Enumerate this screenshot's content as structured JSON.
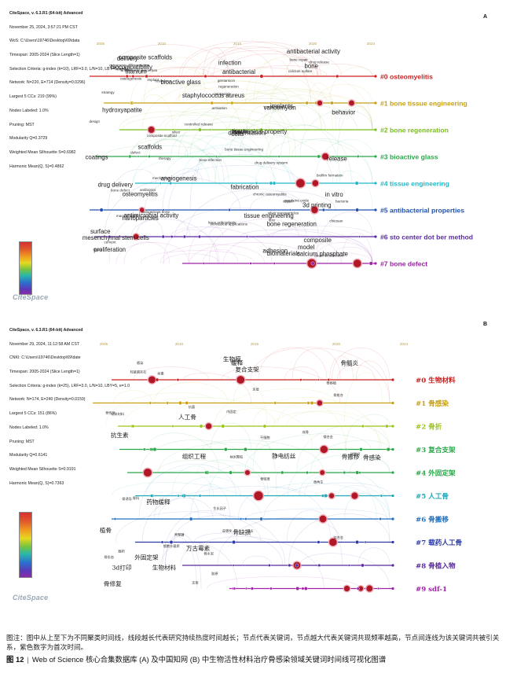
{
  "panel_a": {
    "label": "A",
    "meta_lines": [
      "CiteSpace, v. 6.3.R1 (64-bit) Advanced",
      "November 25, 2024, 3:57:21 PM CST",
      "WoS: C:\\Users\\19746\\Desktop\\69\\data",
      "Timespan: 2005-2024 (Slice Length=1)",
      "Selection Criteria: g-index (k=10), LRF=3.0, L/N=10, LBY=5, e=1.0",
      "Network: N=220, E=714 (Density=0.0296)",
      "Largest 5 CCs: 219 (99%)",
      "Nodes Labeled: 1.0%",
      "Pruning: MST",
      "Modularity Q=0.3729",
      "Weighted Mean Silhouette S=0.6982",
      "Harmonic Mean(Q, S)=0.4862"
    ],
    "years": [
      "2005",
      "2010",
      "2015",
      "2020",
      "2024"
    ],
    "clusters": [
      {
        "label": "#0 osteomyelitis",
        "color": "#cc2020"
      },
      {
        "label": "#1 bone tissue engineering",
        "color": "#c8a010"
      },
      {
        "label": "#2 bone regeneration",
        "color": "#7abf1a"
      },
      {
        "label": "#3 bioactive glass",
        "color": "#2aa84a"
      },
      {
        "label": "#4 tissue engineering",
        "color": "#20b8c8"
      },
      {
        "label": "#5 antibacterial properties",
        "color": "#2050b0"
      },
      {
        "label": "#6 sto center dot ber method",
        "color": "#5a2aa0"
      },
      {
        "label": "#7 bone defect",
        "color": "#a020a8"
      }
    ],
    "keywords_large": [
      "release",
      "infection",
      "staphylococcus aureus",
      "osteomyelitis",
      "drug delivery",
      "fabrication",
      "delivery",
      "hydroxyapatite",
      "in vitro",
      "proliferation",
      "antibacterial activity",
      "bone regeneration",
      "scaffolds",
      "differentiation",
      "bioactive glass",
      "bone",
      "cells",
      "composite",
      "antimicrobial activity",
      "coatings",
      "mechanical property",
      "antibacterial",
      "nanoparticles",
      "calcium phosphate",
      "biocompatibility",
      "angiogenesis",
      "3d printing",
      "composite scaffolds",
      "adhesion",
      "model",
      "behavior",
      "tissue",
      "surface",
      "biomaterials",
      "titanium",
      "tissue engineering",
      "implants",
      "vancomycin",
      "mesenchymal stem cells"
    ],
    "keywords_small": [
      "antibiotics",
      "regeneration",
      "bone infection",
      "controlled release",
      "bone repair",
      "cement",
      "bone tissue engineering",
      "calcium sulfate",
      "osteogenesis",
      "design",
      "graphene oxide",
      "chitosan",
      "drug release",
      "repair",
      "silver nanoparticles",
      "cytotoxicity",
      "composites",
      "copper",
      "bone defect",
      "macrophages",
      "composite scaffold",
      "bacterial adhesion",
      "biomedical applications",
      "activation",
      "implant",
      "defect",
      "size",
      "mechanism",
      "resistance",
      "osteogenic differentiation",
      "therapy",
      "marrow",
      "strategy",
      "gentamicin",
      "biofilm formation",
      "drug delivery system",
      "autogenous bone",
      "bacteria",
      "silver",
      "chronic osteomyelitis",
      "knee arthroplasty",
      "antibacterial properties"
    ]
  },
  "panel_b": {
    "label": "B",
    "meta_lines": [
      "CiteSpace, v. 6.3.R1 (64-bit) Advanced",
      "November 29, 2024, 11:12:58 AM CST",
      "CNKI: C:\\Users\\19746\\Desktop\\69\\date",
      "Timespan: 2005-2024 (Slice Length=1)",
      "Selection Criteria: g-index (k=25), LRF=3.0, L/N=10, LBY=5, e=1.0",
      "Network: N=174, E=240 (Density=0.0159)",
      "Largest 5 CCs: 151 (86%)",
      "Nodes Labeled: 1.0%",
      "Pruning: MST",
      "Modularity Q=0.6141",
      "Weighted Mean Silhouette S=0.9191",
      "Harmonic Mean(Q, S)=0.7363"
    ],
    "years": [
      "2005",
      "2010",
      "2015",
      "2020",
      "2024"
    ],
    "clusters": [
      {
        "label": "#0 生物材料",
        "color": "#cc2020"
      },
      {
        "label": "#1 骨感染",
        "color": "#c8a010"
      },
      {
        "label": "#2 骨折",
        "color": "#9ac41a"
      },
      {
        "label": "#3 复合支架",
        "color": "#2aa84a"
      },
      {
        "label": "#4 外固定架",
        "color": "#2aa84a"
      },
      {
        "label": "#5 人工骨",
        "color": "#20a8b8"
      },
      {
        "label": "#6 骨搬移",
        "color": "#2070c0"
      },
      {
        "label": "#7 载药人工骨",
        "color": "#2a3aa8"
      },
      {
        "label": "#8 骨植入物",
        "color": "#5a2aa0"
      },
      {
        "label": "#9 sdf-1",
        "color": "#a020a8"
      }
    ],
    "keywords_large": [
      "组织工程",
      "骨感染",
      "骨髓炎",
      "骨缺损",
      "生物材料",
      "生物膜",
      "静电纺丝",
      "药物缓释",
      "复合支架",
      "骨修复",
      "外固定架",
      "人工骨",
      "骨搬移",
      "万古霉素",
      "3d打印",
      "缓释",
      "植骨",
      "抗生素"
    ],
    "keywords_small": [
      "纳米材料",
      "胶原",
      "骨折",
      "骨愈合",
      "骨再生",
      "成骨",
      "羟基磷灰石",
      "骨水泥",
      "硫酸钙",
      "感染",
      "内固定",
      "抗菌",
      "骨科",
      "壳聚糖",
      "丝素",
      "支架",
      "载药",
      "骨移植",
      "骨传导",
      "骨诱导",
      "生长因子",
      "血管化",
      "干细胞",
      "细胞外基质",
      "钛合金",
      "镁合金",
      "涂层",
      "纳米颗粒",
      "骨形态",
      "骨密度"
    ]
  },
  "logo_text": "CiteSpace",
  "caption": "图注：图中从上至下为不同聚类时间线，线段越长代表研究持续热度时间越长；节点代表关键词，节点越大代表关键词共现频率越高，节点间连线为该关键词共被引关系，紫色数字为首次时间。",
  "figure_number": "图 12",
  "figure_title": "Web of Science 核心合集数据库 (A) 及中国知网 (B) 中生物活性材料治疗骨感染领域关键词时间线可视化图谱"
}
